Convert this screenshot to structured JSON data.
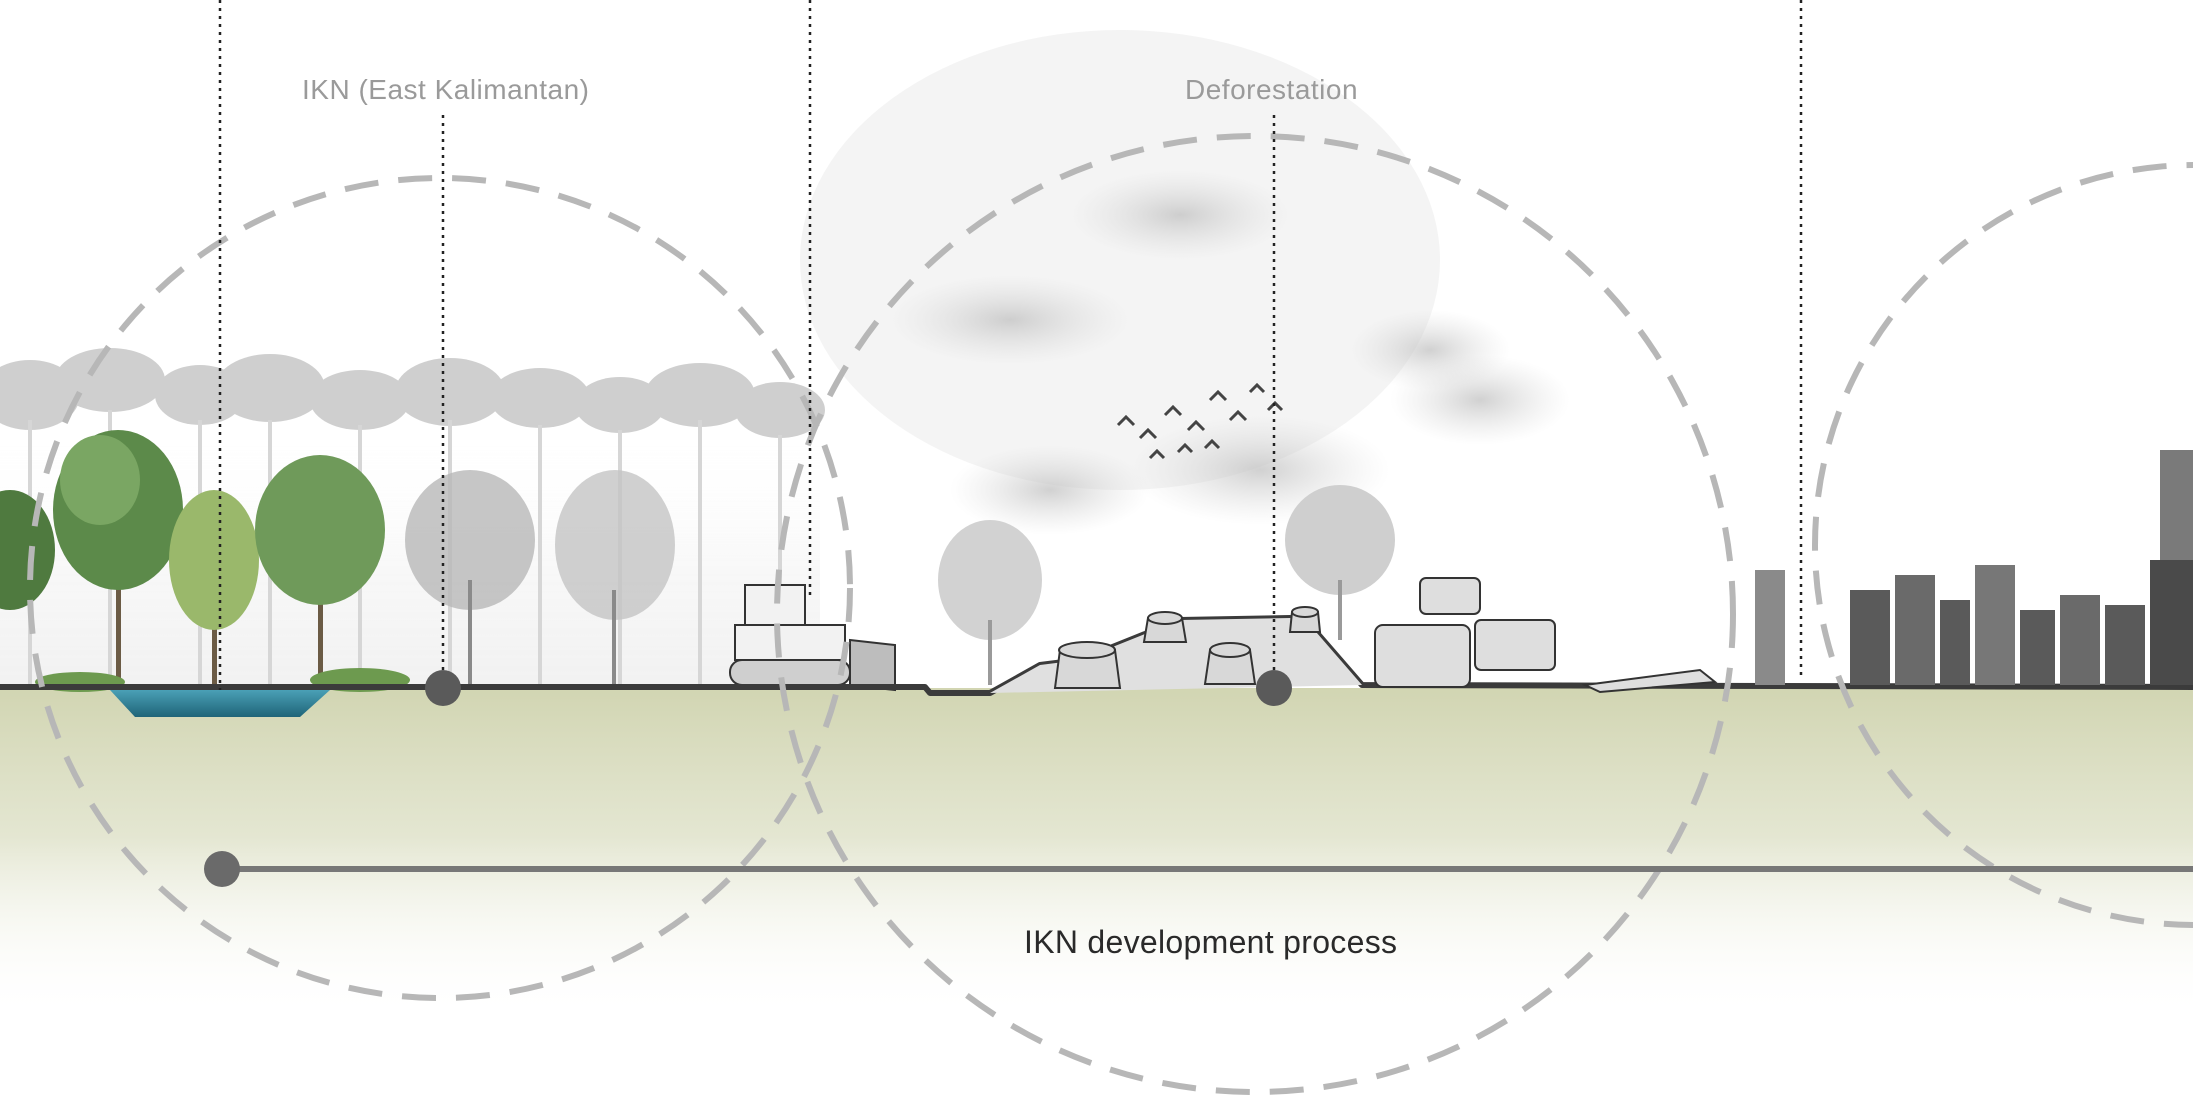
{
  "labels": {
    "region": "IKN (East Kalimantan)",
    "stage": "Deforestation",
    "timeline": "IKN development process"
  },
  "colors": {
    "ground_line": "#3b3b3b",
    "soil": "#d9dcc0",
    "water": "#2f7f96",
    "dashed_circle": "#b7b7b7",
    "timeline": "#777777",
    "marker": "#5a5a5a",
    "label_text": "#9a9a9a"
  },
  "icons": {
    "trees": "tree-icon",
    "bulldozer": "bulldozer-icon",
    "stumps": "tree-stump-icon",
    "logs": "log-pile-icon",
    "birds": "bird-flock-icon",
    "city": "city-skyline-icon"
  }
}
